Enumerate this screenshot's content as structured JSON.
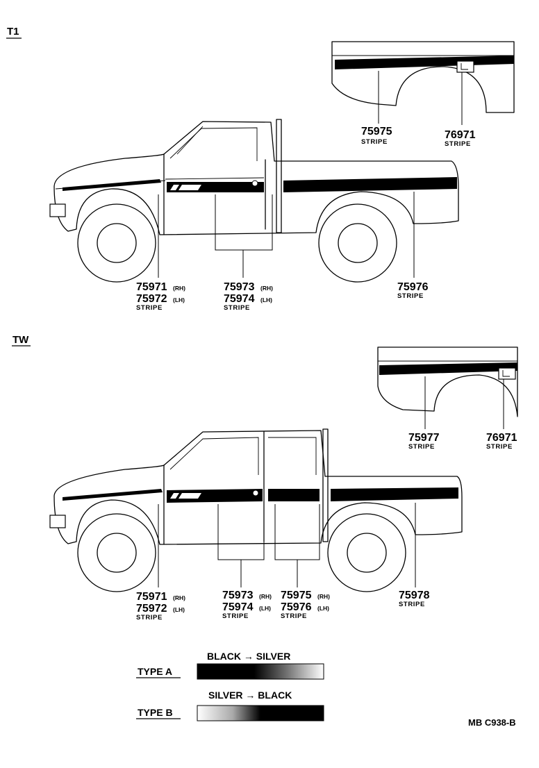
{
  "sections": [
    {
      "title": "T1",
      "callouts": [
        {
          "number": "75975",
          "side": "",
          "label": "STRIPE"
        },
        {
          "number": "76971",
          "side": "",
          "label": "STRIPE"
        },
        {
          "number": "75971",
          "side": "(RH)",
          "label": ""
        },
        {
          "number": "75972",
          "side": "(LH)",
          "label": "STRIPE"
        },
        {
          "number": "75973",
          "side": "(RH)",
          "label": ""
        },
        {
          "number": "75974",
          "side": "(LH)",
          "label": "STRIPE"
        },
        {
          "number": "75976",
          "side": "",
          "label": "STRIPE"
        }
      ]
    },
    {
      "title": "TW",
      "callouts": [
        {
          "number": "75977",
          "side": "",
          "label": "STRIPE"
        },
        {
          "number": "76971",
          "side": "",
          "label": "STRIPE"
        },
        {
          "number": "75971",
          "side": "(RH)",
          "label": ""
        },
        {
          "number": "75972",
          "side": "(LH)",
          "label": "STRIPE"
        },
        {
          "number": "75973",
          "side": "(RH)",
          "label": ""
        },
        {
          "number": "75974",
          "side": "(LH)",
          "label": "STRIPE"
        },
        {
          "number": "75975",
          "side": "(RH)",
          "label": ""
        },
        {
          "number": "75976",
          "side": "(LH)",
          "label": "STRIPE"
        },
        {
          "number": "75978",
          "side": "",
          "label": "STRIPE"
        }
      ]
    }
  ],
  "legend": {
    "type_a": {
      "label": "TYPE A",
      "caption": "BLACK → SILVER"
    },
    "type_b": {
      "label": "TYPE B",
      "caption": "SILVER → BLACK"
    }
  },
  "figure_code": "MB C938-B"
}
